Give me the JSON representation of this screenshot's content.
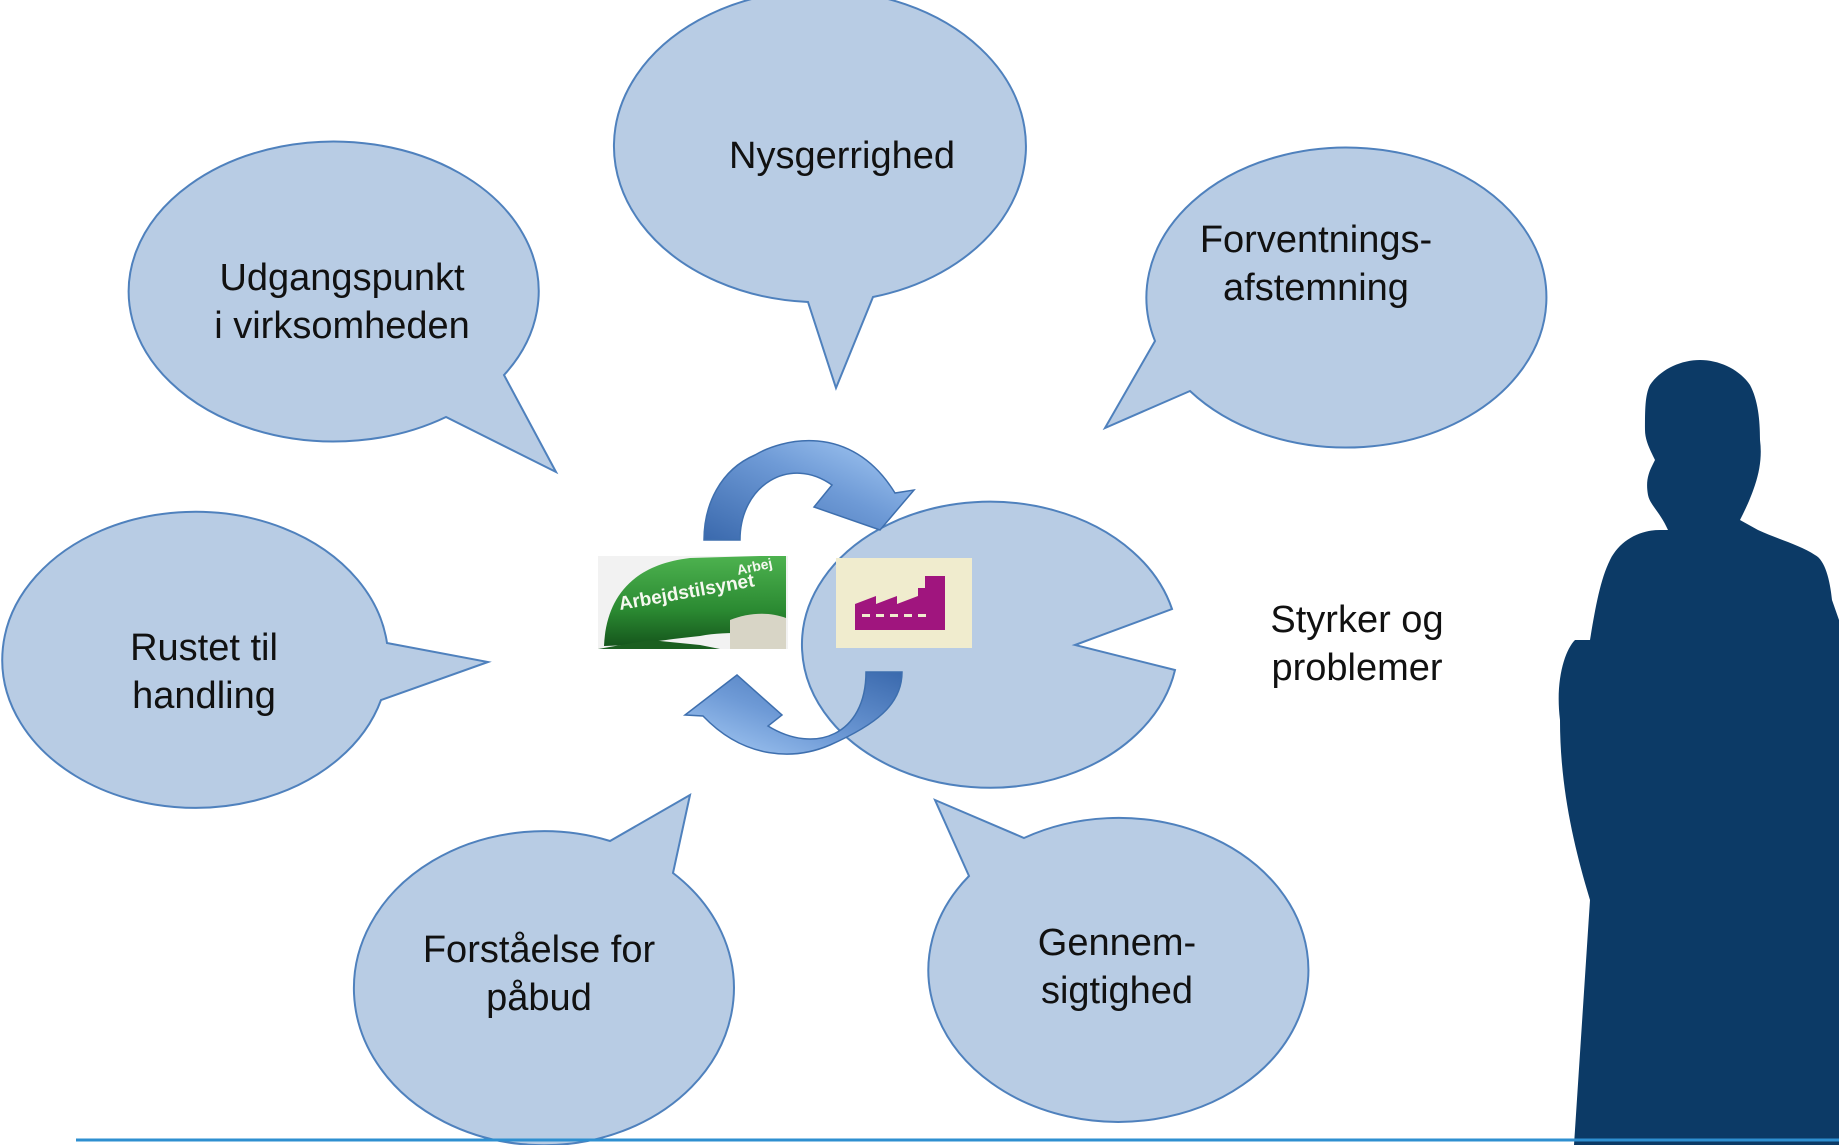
{
  "colors": {
    "bubble_fill": "#b8cce4",
    "bubble_stroke": "#4f81bd",
    "arrow_light": "#9ec4f0",
    "arrow_dark": "#3c6fb5",
    "silhouette": "#0c3a66",
    "baseline": "#2e8fd0",
    "helmet_green": "#2f8d36",
    "factory_bg": "#f0ecce",
    "factory_purple": "#a0157e"
  },
  "center": {
    "helmet_icon": "helmet-icon",
    "helmet_text": "Arbejdstilsynet",
    "helmet_text_small": "Arbej",
    "factory_icon": "factory-icon",
    "cycle_icon": "cycle-arrows-icon"
  },
  "bubbles": {
    "nysgerrighed": {
      "lines": [
        "Nysgerrighed"
      ]
    },
    "forventning": {
      "lines": [
        "Forventnings-",
        "afstemning"
      ]
    },
    "udgangspunkt": {
      "lines": [
        "Udgangspunkt",
        "i virksomheden"
      ]
    },
    "rustet": {
      "lines": [
        "Rustet til",
        "handling"
      ]
    },
    "styrker": {
      "lines": [
        "Styrker og",
        "problemer"
      ]
    },
    "forstaaelse": {
      "lines": [
        "Forståelse for",
        "påbud"
      ]
    },
    "gennem": {
      "lines": [
        "Gennem-",
        "sigtighed"
      ]
    }
  },
  "person_icon": "person-silhouette-icon"
}
